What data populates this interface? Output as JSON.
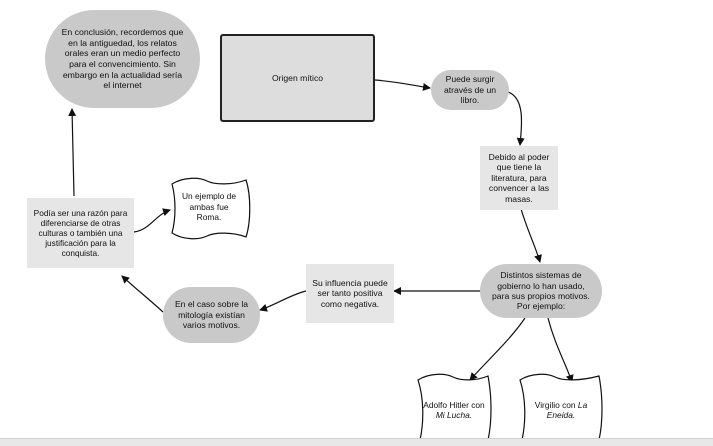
{
  "nodes": {
    "conclusion": "En conclusión, recordemos que en la antiguedad, los relatos orales eran un medio perfecto para el convencimiento. Sin embargo en la actualidad sería el internet",
    "origin": "Origen mítico",
    "books": "Puede surgir através de un libro.",
    "power": "Debido al poder que tiene la literatura, para convencer a las masas.",
    "governments": "Distintos sistemas de gobierno lo han usado, para sus propios motivos. Por ejemplo:",
    "influence": "Su influencia puede ser tanto positiva como negativa.",
    "mythology": "En el caso sobre la mitología existían varios motivos.",
    "reason": "Podía ser una razón para diferenciarse de otras culturas o también una justificación para la conquista.",
    "rome_example": "Un ejemplo de ambas fue Roma.",
    "hitler_prefix": "Adolfo Hitler con",
    "hitler_book": "Mi Lucha.",
    "virgil_prefix": "Virgilio con",
    "virgil_book_a": "La",
    "virgil_book_b": "Eneida."
  },
  "colors": {
    "oval_fill": "#c9c9c9",
    "rect_fill": "#e6e6e6",
    "core_fill": "#dddddd",
    "edge": "#111111"
  }
}
